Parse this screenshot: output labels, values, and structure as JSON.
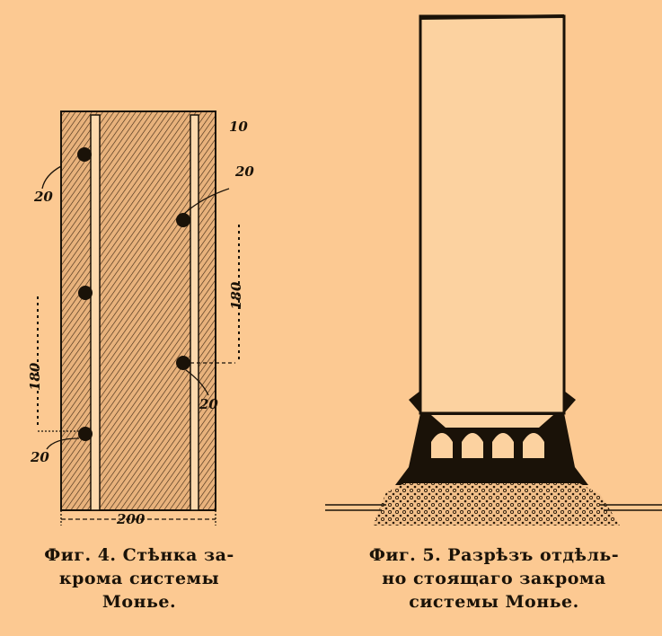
{
  "figure4": {
    "caption_lines": [
      "Фиг. 4. Стѣнка за-",
      "крома системы",
      "Монье."
    ],
    "dimensions": {
      "top_right": "10",
      "right_upper": "20",
      "left_upper": "20",
      "right_spacing": "180",
      "left_spacing": "180",
      "right_lower": "20",
      "left_lower": "20",
      "width": "200"
    }
  },
  "figure5": {
    "caption_lines": [
      "Фиг. 5. Разрѣзъ отдѣль-",
      "но стоящаго закрома",
      "системы Монье."
    ]
  }
}
